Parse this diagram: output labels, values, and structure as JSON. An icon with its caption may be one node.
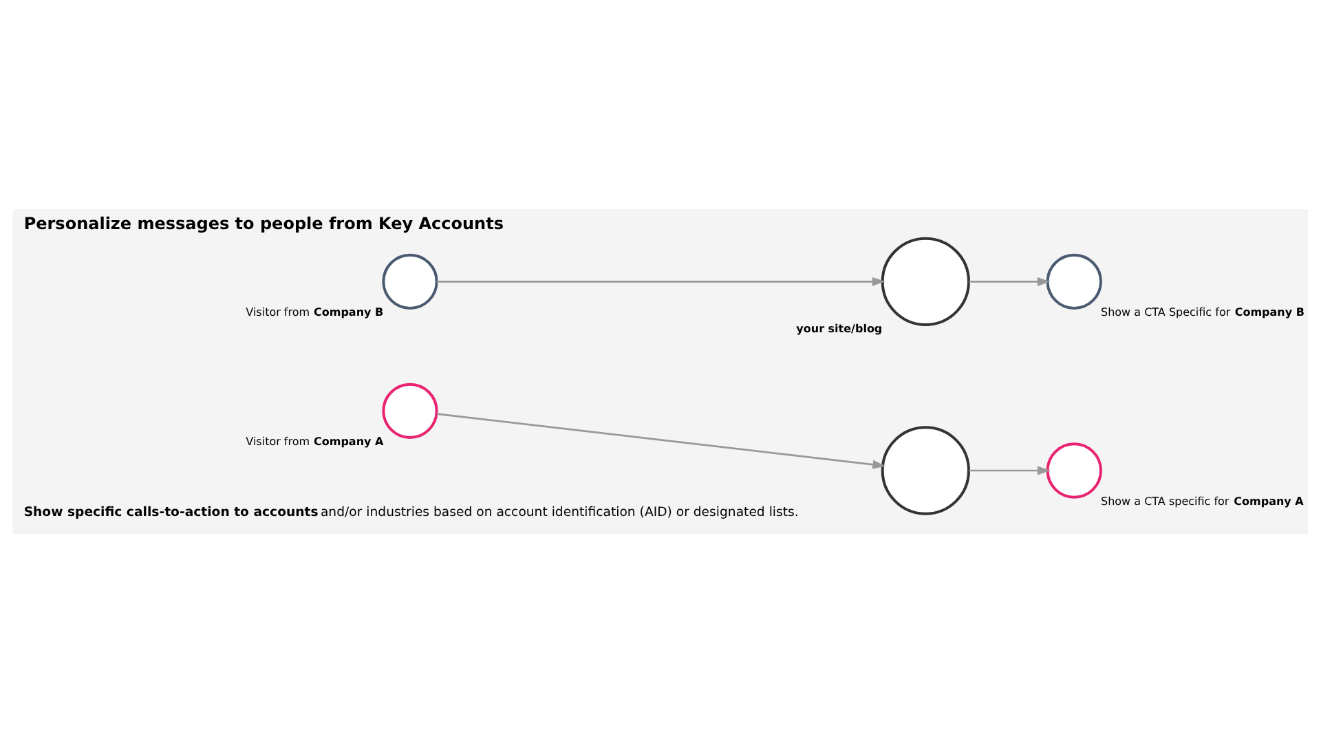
{
  "diagram": {
    "title": "Personalize messages to people from Key Accounts",
    "nodes": [
      {
        "text": [],
        "shape": "circle",
        "beside": [
          "Visitor from **Company A**"
        ]
      },
      {
        "text": [],
        "shape": "circle"
      },
      {
        "text": [],
        "shape": "circle",
        "beside": [
          "Show a CTA specific for **Company A**"
        ]
      },
      {
        "text": [],
        "shape": "circle",
        "beside": [
          "Visitor from **Company B**"
        ]
      },
      {
        "text": [],
        "shape": "circle",
        "beside": [
          "**your site/blog**"
        ]
      },
      {
        "text": [],
        "shape": "circle",
        "beside": [
          "Show a CTA Specific for **Company B**"
        ]
      }
    ],
    "edges": [
      {
        "from": 0,
        "to": 1,
        "arrow": "to"
      },
      {
        "from": 1,
        "to": 2,
        "arrow": "to"
      },
      {
        "from": 3,
        "to": 4,
        "arrow": "to"
      },
      {
        "from": 4,
        "to": 5,
        "arrow": "to"
      }
    ],
    "labels": [
      "**Show specific calls-to-action to accounts** and/or industries based on account identification (AID) or designated lists."
    ]
  }
}
